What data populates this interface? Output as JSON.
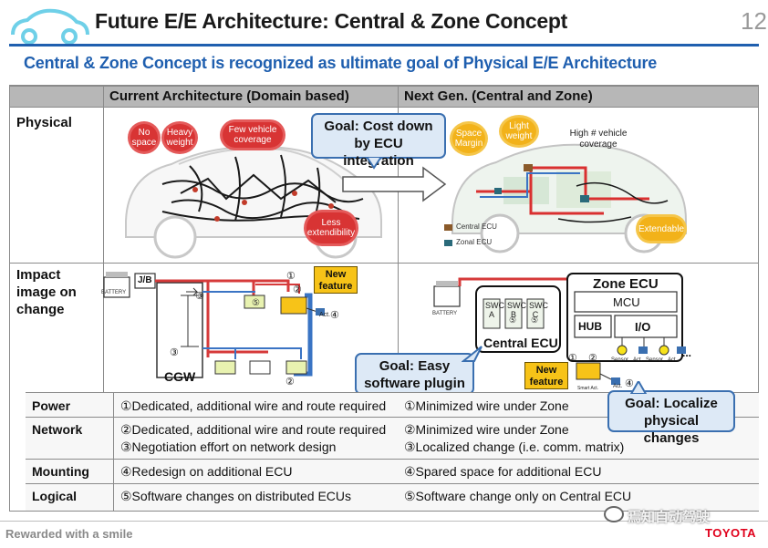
{
  "header": {
    "title": "Future E/E Architecture: Central & Zone Concept",
    "page_number": "12",
    "subtitle": "Central & Zone Concept is recognized as ultimate goal of Physical E/E Architecture"
  },
  "table": {
    "col_current": "Current Architecture (Domain based)",
    "col_next": "Next Gen. (Central and Zone)",
    "row_physical": "Physical",
    "row_impact_1": "Impact",
    "row_impact_2": "image on",
    "row_impact_3": "change"
  },
  "physical_current": {
    "bubble_no_space": "No space",
    "bubble_heavy": "Heavy weight",
    "bubble_few": "Few vehicle coverage",
    "bubble_less": "Less extendibility"
  },
  "physical_next": {
    "bubble_space": "Space Margin",
    "bubble_light": "Light weight",
    "bubble_extend": "Extendable",
    "high_text": "High # vehicle coverage",
    "legend_central": "Central ECU",
    "legend_zonal": "Zonal ECU"
  },
  "callouts": {
    "cost_down": "Goal: Cost down by ECU integration",
    "easy_plugin": "Goal: Easy software plugin",
    "localize": "Goal: Localize physical changes"
  },
  "impact_current": {
    "battery": "BATTERY",
    "jb": "J/B",
    "cgw": "CGW",
    "new_feature": "New feature",
    "act": "Act.",
    "m1": "①",
    "m2": "②",
    "m3": "③",
    "m4": "④",
    "m5": "⑤"
  },
  "impact_next": {
    "battery": "BATTERY",
    "zone_ecu": "Zone ECU",
    "mcu": "MCU",
    "hub": "HUB",
    "io": "I/O",
    "central_ecu": "Central ECU",
    "swc_a": "SWC A",
    "swc_b": "SWC B",
    "swc_c": "SWC C",
    "new_feature": "New feature",
    "smart_act": "Smart Act.",
    "act": "Act.",
    "sensor": "Sensor",
    "ellipsis": "...",
    "m1": "①",
    "m2": "②",
    "m4": "④",
    "m5": "⑤"
  },
  "rows": [
    {
      "label": "Power",
      "current": "①Dedicated, additional wire and route required",
      "next": "①Minimized wire under Zone"
    },
    {
      "label": "Network",
      "current": "②Dedicated, additional wire and route required",
      "current2": "③Negotiation effort on network design",
      "next": "②Minimized wire under Zone",
      "next2": "③Localized change (i.e. comm. matrix)"
    },
    {
      "label": "Mounting",
      "current": "④Redesign on additional ECU",
      "next": "④Spared space for additional ECU"
    },
    {
      "label": "Logical",
      "current": "⑤Software changes on distributed ECUs",
      "next": "⑤Software change only on Central ECU"
    }
  ],
  "footer": {
    "tagline": "Rewarded with a smile",
    "brand": "TOYOTA",
    "watermark": "焉知自动驾驶"
  },
  "colors": {
    "accent_blue": "#1f5faf",
    "power_red": "#d63a3a",
    "network_blue": "#3a74c4",
    "highlight_yellow": "#f7c318",
    "toyota_red": "#e0001b"
  }
}
